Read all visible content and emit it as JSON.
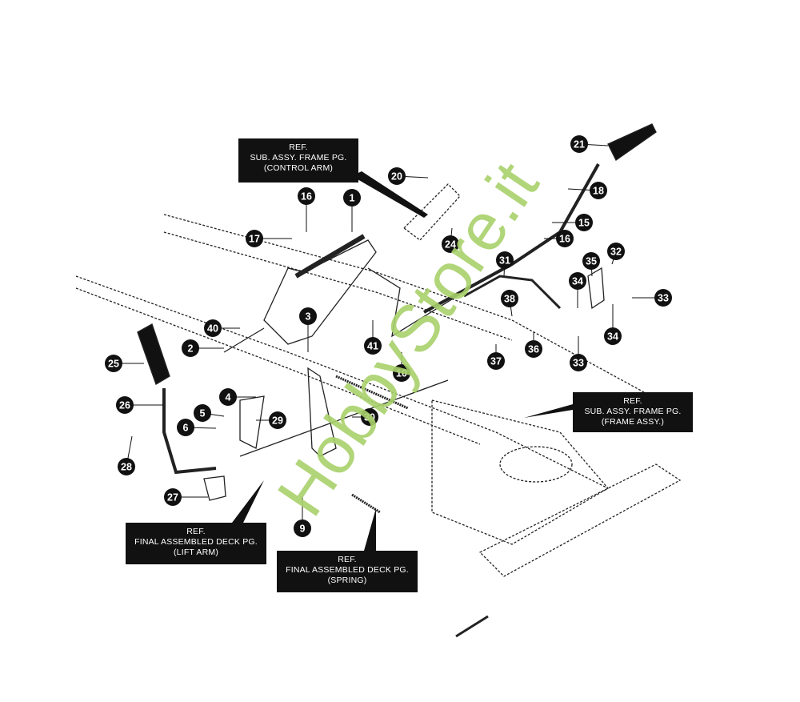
{
  "diagram": {
    "callouts": [
      "21",
      "20",
      "18",
      "16",
      "1",
      "15",
      "16",
      "24",
      "17",
      "31",
      "32",
      "35",
      "33",
      "34",
      "38",
      "3",
      "40",
      "41",
      "34",
      "2",
      "36",
      "37",
      "10",
      "33",
      "25",
      "26",
      "4",
      "5",
      "6",
      "29",
      "30",
      "28",
      "27",
      "9"
    ],
    "references": [
      {
        "lines": [
          "REF.",
          "SUB. ASSY. FRAME PG.",
          "(CONTROL ARM)"
        ]
      },
      {
        "lines": [
          "REF.",
          "SUB. ASSY. FRAME PG.",
          "(FRAME ASSY.)"
        ]
      },
      {
        "lines": [
          "REF.",
          "FINAL ASSEMBLED DECK PG.",
          "(LIFT ARM)"
        ]
      },
      {
        "lines": [
          "REF.",
          "FINAL ASSEMBLED DECK PG.",
          "(SPRING)"
        ]
      }
    ],
    "watermark": "HobbyStore.it",
    "colors": {
      "ink": "#111111",
      "watermark": "#a9d16b",
      "background": "#ffffff"
    }
  }
}
